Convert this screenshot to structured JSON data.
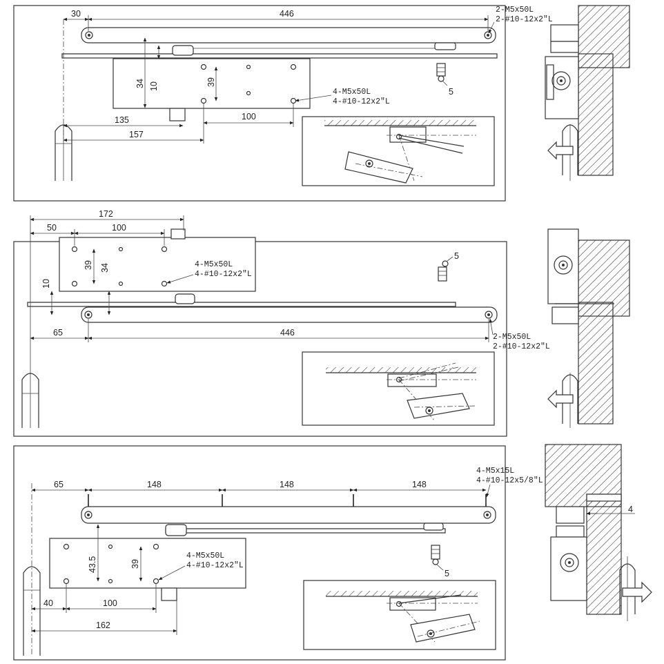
{
  "panel1": {
    "dims": {
      "d30": "30",
      "d446": "446",
      "d34": "34",
      "d10": "10",
      "d39": "39",
      "d135": "135",
      "d157": "157",
      "d100": "100"
    },
    "callout_top": {
      "l1": "2-M5x50L",
      "l2": "2-#10-12x2″L"
    },
    "callout_mid": {
      "l1": "4-M5x50L",
      "l2": "4-#10-12x2″L"
    },
    "item": "5"
  },
  "panel2": {
    "dims": {
      "d172": "172",
      "d50": "50",
      "d100": "100",
      "d39": "39",
      "d34": "34",
      "d10": "10",
      "d65": "65",
      "d446": "446"
    },
    "callout_mid": {
      "l1": "4-M5x50L",
      "l2": "4-#10-12x2″L"
    },
    "callout_bot": {
      "l1": "2-M5x50L",
      "l2": "2-#10-12x2″L"
    },
    "item": "5"
  },
  "panel3": {
    "dims": {
      "d65": "65",
      "d148a": "148",
      "d148b": "148",
      "d148c": "148",
      "d43": "43.5",
      "d39": "39",
      "d40": "40",
      "d100": "100",
      "d162": "162"
    },
    "callout_top": {
      "l1": "4-M5x15L",
      "l2": "4-#10-12x5/8″L"
    },
    "callout_mid": {
      "l1": "4-M5x50L",
      "l2": "4-#10-12x2″L"
    },
    "item": "5",
    "side_dim": "4"
  }
}
